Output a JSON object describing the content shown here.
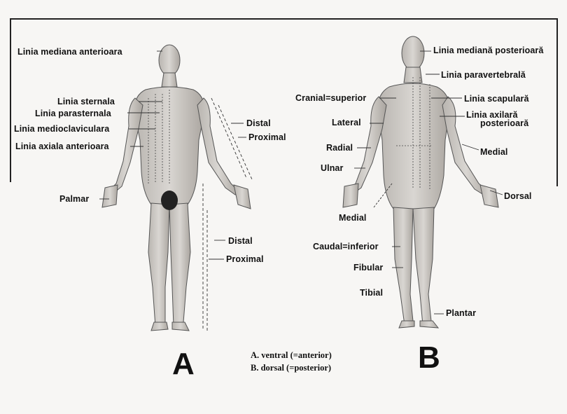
{
  "figures": {
    "a": {
      "letter": "A",
      "labels": {
        "median_ant": "Linia mediana anterioara",
        "sternal": "Linia sternala",
        "parasternal": "Linia parasternala",
        "midclavicular": "Linia medioclaviculara",
        "axillary_ant": "Linia axiala anterioara",
        "distal_arm": "Distal",
        "proximal_arm": "Proximal",
        "palmar": "Palmar",
        "distal_leg": "Distal",
        "proximal_leg": "Proximal"
      }
    },
    "b": {
      "letter": "B",
      "labels": {
        "median_post": "Linia mediană posterioară",
        "paravertebral": "Linia paravertebrală",
        "cranial": "Cranial=superior",
        "scapular": "Linia scapulară",
        "axillary_post_1": "Linia axilară",
        "axillary_post_2": "posterioară",
        "lateral": "Lateral",
        "radial": "Radial",
        "medial_arm": "Medial",
        "ulnar": "Ulnar",
        "dorsal": "Dorsal",
        "medial_leg": "Medial",
        "caudal": "Caudal=inferior",
        "fibular": "Fibular",
        "tibial": "Tibial",
        "plantar": "Plantar"
      }
    }
  },
  "caption": {
    "line_a": "A.  ventral (=anterior)",
    "line_b": "B.  dorsal (=posterior)"
  }
}
